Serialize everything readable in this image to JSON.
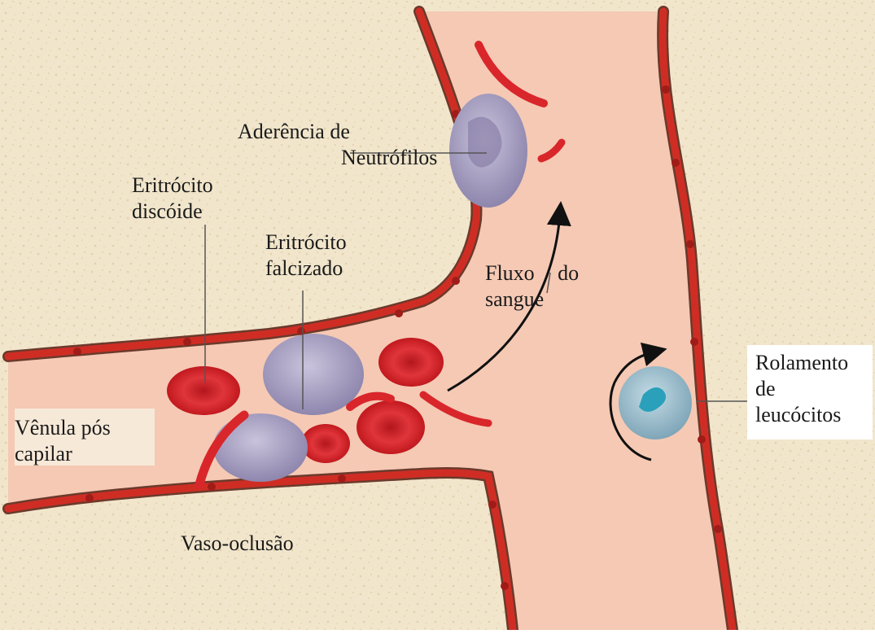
{
  "labels": {
    "neutrophil": [
      "Aderência de",
      "Neutrófilos"
    ],
    "discoid": [
      "Eritrócito",
      "discóide"
    ],
    "sickled": [
      "Eritrócito",
      "falcizado"
    ],
    "flow": [
      "Fluxo do",
      "sangue"
    ],
    "rolling": [
      "Rolamento",
      "de",
      "leucócitos"
    ],
    "venule": [
      "Vênula pós",
      "capilar"
    ],
    "occlusion": "Vaso-oclusão"
  },
  "colors": {
    "tissue": "#f1e6cc",
    "lumen": "#f5c9b4",
    "vessel_wall": "#c0281f",
    "red_cell": "#d9262b",
    "neutrophil": "#a9a3c4",
    "leukocyte": "#9fc2d2",
    "leukocyte_nucleus": "#2aa0bb"
  }
}
